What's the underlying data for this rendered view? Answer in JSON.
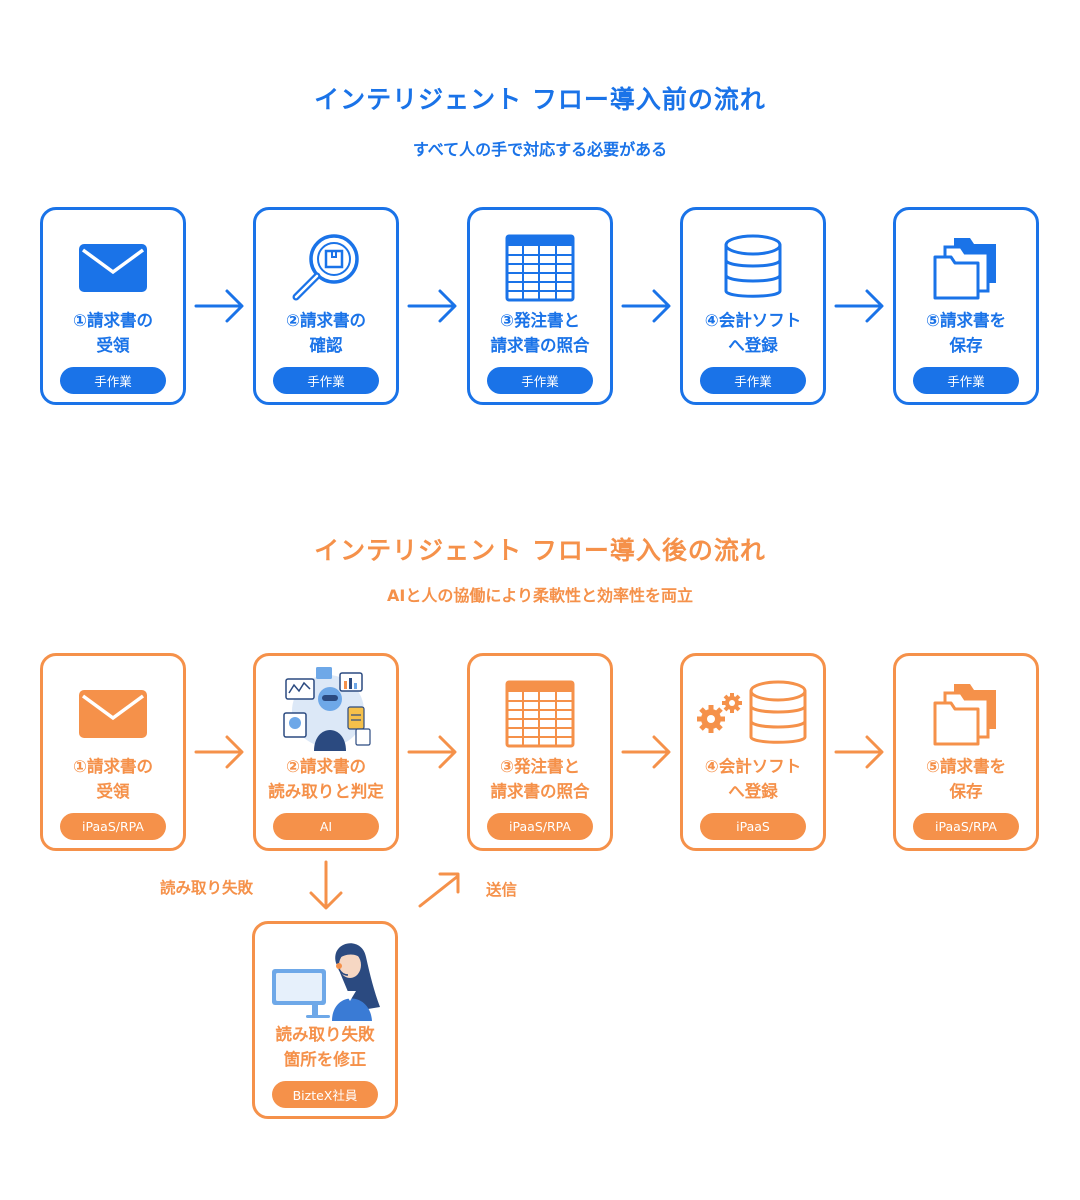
{
  "before": {
    "title": "インテリジェント フロー導入前の流れ",
    "subtitle": "すべて人の手で対応する必要がある",
    "color": "#1a73e8",
    "steps": [
      {
        "label": "①請求書の\n受領",
        "tag": "手作業",
        "icon": "envelope-icon"
      },
      {
        "label": "②請求書の\n確認",
        "tag": "手作業",
        "icon": "magnifier-icon"
      },
      {
        "label": "③発注書と\n請求書の照合",
        "tag": "手作業",
        "icon": "spreadsheet-icon"
      },
      {
        "label": "④会計ソフト\nへ登録",
        "tag": "手作業",
        "icon": "database-icon"
      },
      {
        "label": "⑤請求書を\n保存",
        "tag": "手作業",
        "icon": "folders-icon"
      }
    ]
  },
  "after": {
    "title": "インテリジェント フロー導入後の流れ",
    "subtitle": "AIと人の協働により柔軟性と効率性を両立",
    "color": "#f5914a",
    "steps": [
      {
        "label": "①請求書の\n受領",
        "tag": "iPaaS/RPA",
        "icon": "envelope-icon"
      },
      {
        "label": "②請求書の\n読み取りと判定",
        "tag": "AI",
        "icon": "ai-robot-icon"
      },
      {
        "label": "③発注書と\n請求書の照合",
        "tag": "iPaaS/RPA",
        "icon": "spreadsheet-icon"
      },
      {
        "label": "④会計ソフト\nへ登録",
        "tag": "iPaaS",
        "icon": "gears-database-icon"
      },
      {
        "label": "⑤請求書を\n保存",
        "tag": "iPaaS/RPA",
        "icon": "folders-icon"
      }
    ],
    "branch": {
      "fail_label": "読み取り失敗",
      "send_label": "送信",
      "label": "読み取り失敗\n箇所を修正",
      "tag": "BizteX社員",
      "icon": "operator-icon"
    }
  }
}
